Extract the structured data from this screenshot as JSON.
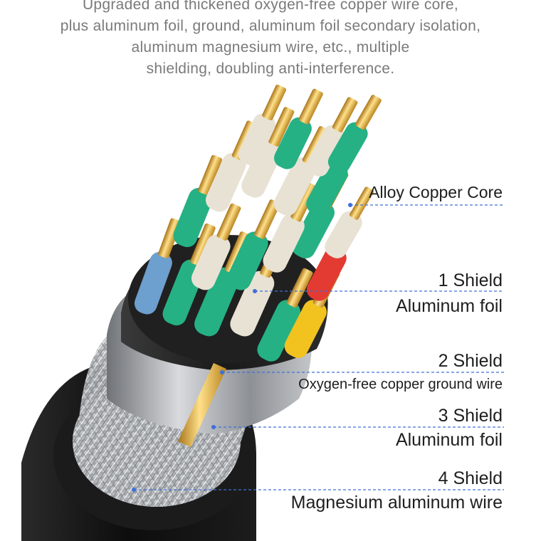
{
  "intro": {
    "lines": [
      "Upgraded and thickened oxygen-free copper wire core,",
      "plus aluminum foil, ground, aluminum foil secondary isolation,",
      "aluminum magnesium wire, etc., multiple",
      "shielding, doubling anti-interference."
    ]
  },
  "callouts": {
    "core": "Alloy Copper Core",
    "shield1_title": "1 Shield",
    "shield1_desc": "Aluminum foil",
    "shield2_title": "2 Shield",
    "shield2_desc": "Oxygen-free copper ground wire",
    "shield3_title": "3 Shield",
    "shield3_desc": "Aluminum foil",
    "shield4_title": "4 Shield",
    "shield4_desc": "Magnesium aluminum wire"
  },
  "colors": {
    "leader_line": "#3f6fd8",
    "jacket": "#141414",
    "braid": "#b9bcc0",
    "foil": "#9a9da1",
    "gold_pin": "#d9a62a",
    "insulation_green": "#25b184",
    "insulation_white": "#e8e2d4",
    "insulation_red": "#e33a32",
    "insulation_yellow": "#f2c21e",
    "insulation_blue": "#6d9fcf"
  }
}
